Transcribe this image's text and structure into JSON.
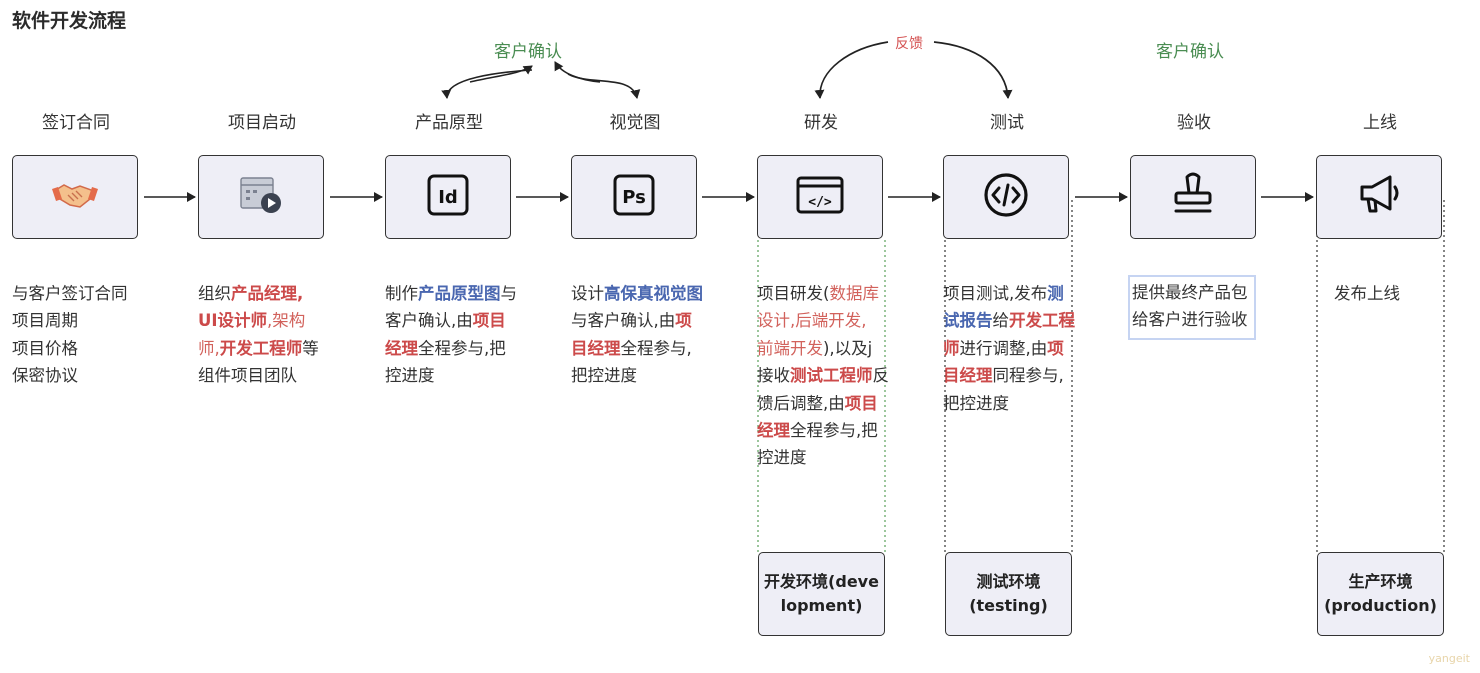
{
  "title": "软件开发流程",
  "stages": [
    {
      "label": "签订合同",
      "icon": "handshake-icon"
    },
    {
      "label": "项目启动",
      "icon": "project-play-icon"
    },
    {
      "label": "产品原型",
      "icon": "indesign-icon"
    },
    {
      "label": "视觉图",
      "icon": "photoshop-icon"
    },
    {
      "label": "研发",
      "icon": "code-window-icon"
    },
    {
      "label": "测试",
      "icon": "code-circle-icon"
    },
    {
      "label": "验收",
      "icon": "stamp-icon"
    },
    {
      "label": "上线",
      "icon": "megaphone-icon"
    }
  ],
  "icon_glyphs": {
    "indesign": "Id",
    "photoshop": "Ps",
    "code": "</>"
  },
  "descriptions": {
    "contract": [
      "与客户签订合同",
      "项目周期",
      "项目价格",
      "保密协议"
    ],
    "kickoff": {
      "l1a": "组织",
      "l1b": "产品经理,",
      "l2a": "UI设计师",
      "l2b": ",架构",
      "l3a": "师",
      "l3b": ",",
      "l3c": "开发工程师",
      "l3d": "等",
      "l4": "组件项目团队"
    },
    "prototype": {
      "l1a": "制作",
      "l1b": "产品原型图",
      "l1c": "与",
      "l2a": "客户确认,由",
      "l2b": "项目",
      "l3a": "经理",
      "l3b": "全程参与,把",
      "l4": "控进度"
    },
    "visual": {
      "l1a": "设计",
      "l1b": "高保真视觉图",
      "l2a": "与客户确认,由",
      "l2b": "项",
      "l3a": "目经理",
      "l3b": "全程参与,",
      "l4": "把控进度"
    },
    "dev": {
      "l1a": "项目研发(",
      "l1b": "数据库",
      "l2": "设计,后端开发,",
      "l3a": "前端开发",
      "l3b": "),以及j",
      "l4a": "接收",
      "l4b": "测试工程师",
      "l4c": "反",
      "l5a": "馈后调整,由",
      "l5b": "项目",
      "l6a": "经理",
      "l6b": "全程参与,把",
      "l7": "控进度"
    },
    "test": {
      "l1a": "项目测试,发布",
      "l1b": "测",
      "l2a": "试报告",
      "l2b": "给",
      "l2c": "开发工程",
      "l3a": "师",
      "l3b": "进行调整,由",
      "l3c": "项",
      "l4a": "目经理",
      "l4b": "同程参与,",
      "l5": "把控进度"
    },
    "accept": [
      "提供最终产品包",
      "给客户进行验收"
    ],
    "launch": [
      "发布上线"
    ]
  },
  "environments": [
    {
      "line1": "开发环境(deve",
      "line2": "lopment)"
    },
    {
      "line1": "测试环境",
      "line2": "(testing)"
    },
    {
      "line1": "生产环境",
      "line2": "(production)"
    }
  ],
  "annotations": {
    "customer_confirm_1": "客户确认",
    "feedback": "反馈",
    "customer_confirm_2": "客户确认"
  },
  "watermark": "yangeit",
  "colors": {
    "highlight_red": "#cc4a4a",
    "highlight_blue": "#4a67b0",
    "annotation_green": "#4a8d52",
    "box_fill": "#eeeef6"
  }
}
